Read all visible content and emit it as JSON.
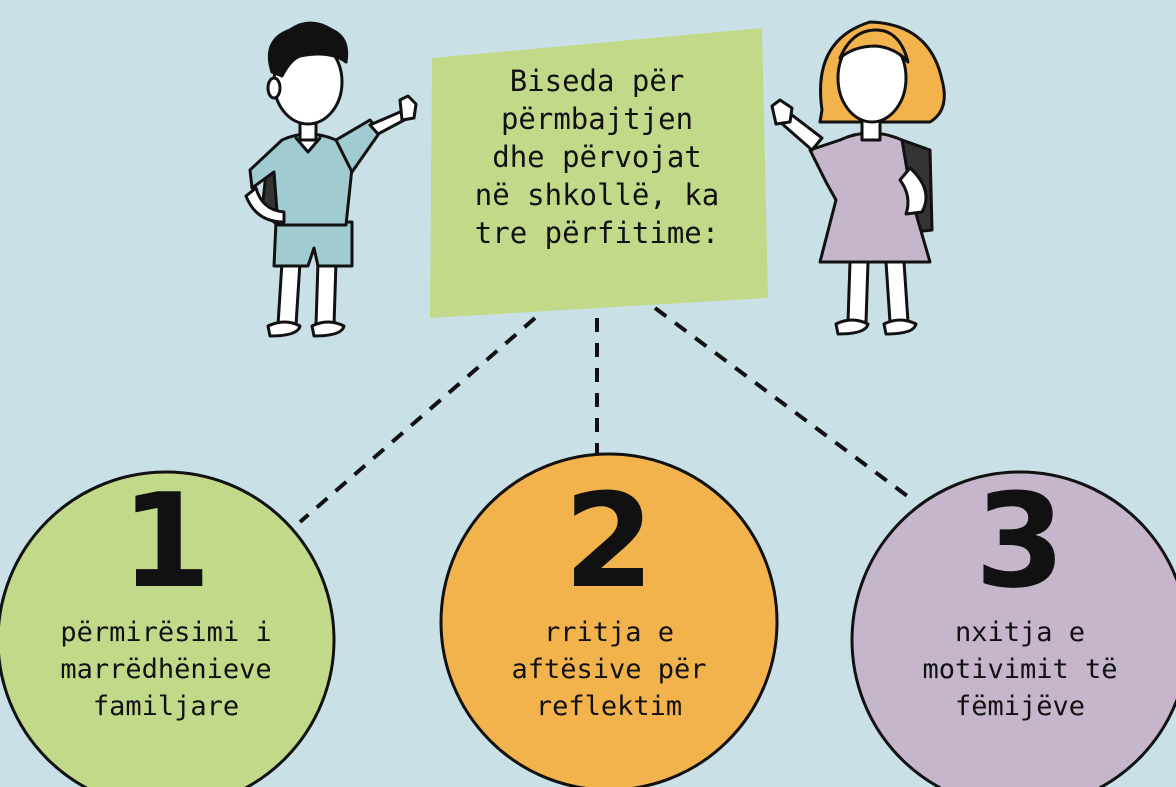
{
  "center": {
    "lines": [
      "Biseda për",
      "përmbajtjen",
      "dhe përvojat",
      "në shkollë, ka",
      "tre përfitime:"
    ]
  },
  "benefits": [
    {
      "number": "1",
      "lines": [
        "përmirësimi i",
        "marrëdhënieve",
        "familjare"
      ]
    },
    {
      "number": "2",
      "lines": [
        "rritja e",
        "aftësive për",
        "reflektim"
      ]
    },
    {
      "number": "3",
      "lines": [
        "nxitja e",
        "motivimit të",
        "fëmijëve"
      ]
    }
  ],
  "colors": {
    "background": "#c9e0e6",
    "center_box": "#c3d98a",
    "circle_1": "#c3d98a",
    "circle_2": "#f2b34c",
    "circle_3": "#c6b6cc"
  }
}
